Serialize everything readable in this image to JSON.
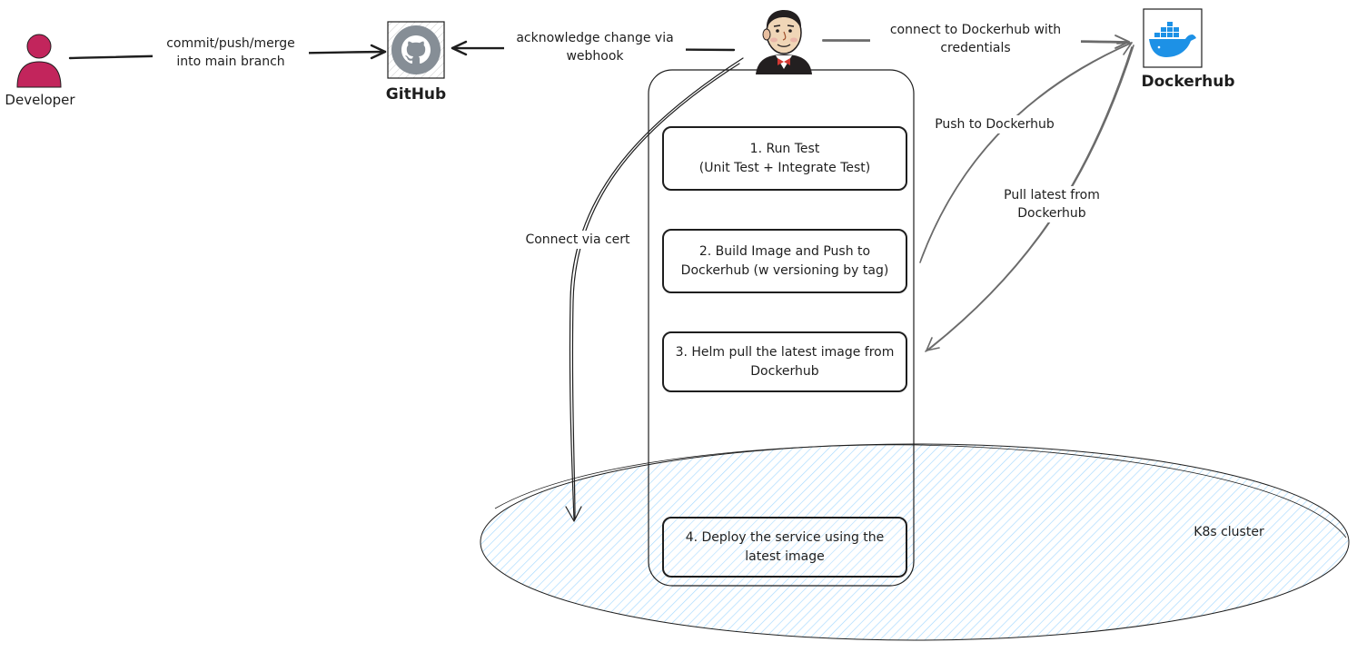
{
  "nodes": {
    "developer": {
      "label": "Developer"
    },
    "github": {
      "label": "GitHub"
    },
    "jenkins": {
      "label": ""
    },
    "dockerhub": {
      "label": "Dockerhub"
    },
    "cluster": {
      "label": "K8s cluster"
    }
  },
  "steps": [
    {
      "label": "1. Run Test\n(Unit Test + Integrate Test)"
    },
    {
      "label": "2. Build Image and Push to\nDockerhub (w versioning by tag)"
    },
    {
      "label": "3. Helm pull the latest image from\nDockerhub"
    },
    {
      "label": "4. Deploy the service using the\nlatest image"
    }
  ],
  "edges": {
    "commit": "commit/push/merge\ninto main branch",
    "webhook": "acknowledge change via\nwebhook",
    "connect_dockerhub": "connect to Dockerhub with\ncredentials",
    "push": "Push to Dockerhub",
    "pull": "Pull latest from\nDockerhub",
    "cert": "Connect via cert"
  },
  "colors": {
    "developer": "#c2255c",
    "github_bg": "#868e96",
    "docker": "#1d91e6",
    "cluster_fill": "#a5d8ff",
    "stroke": "#1e1e1e"
  }
}
